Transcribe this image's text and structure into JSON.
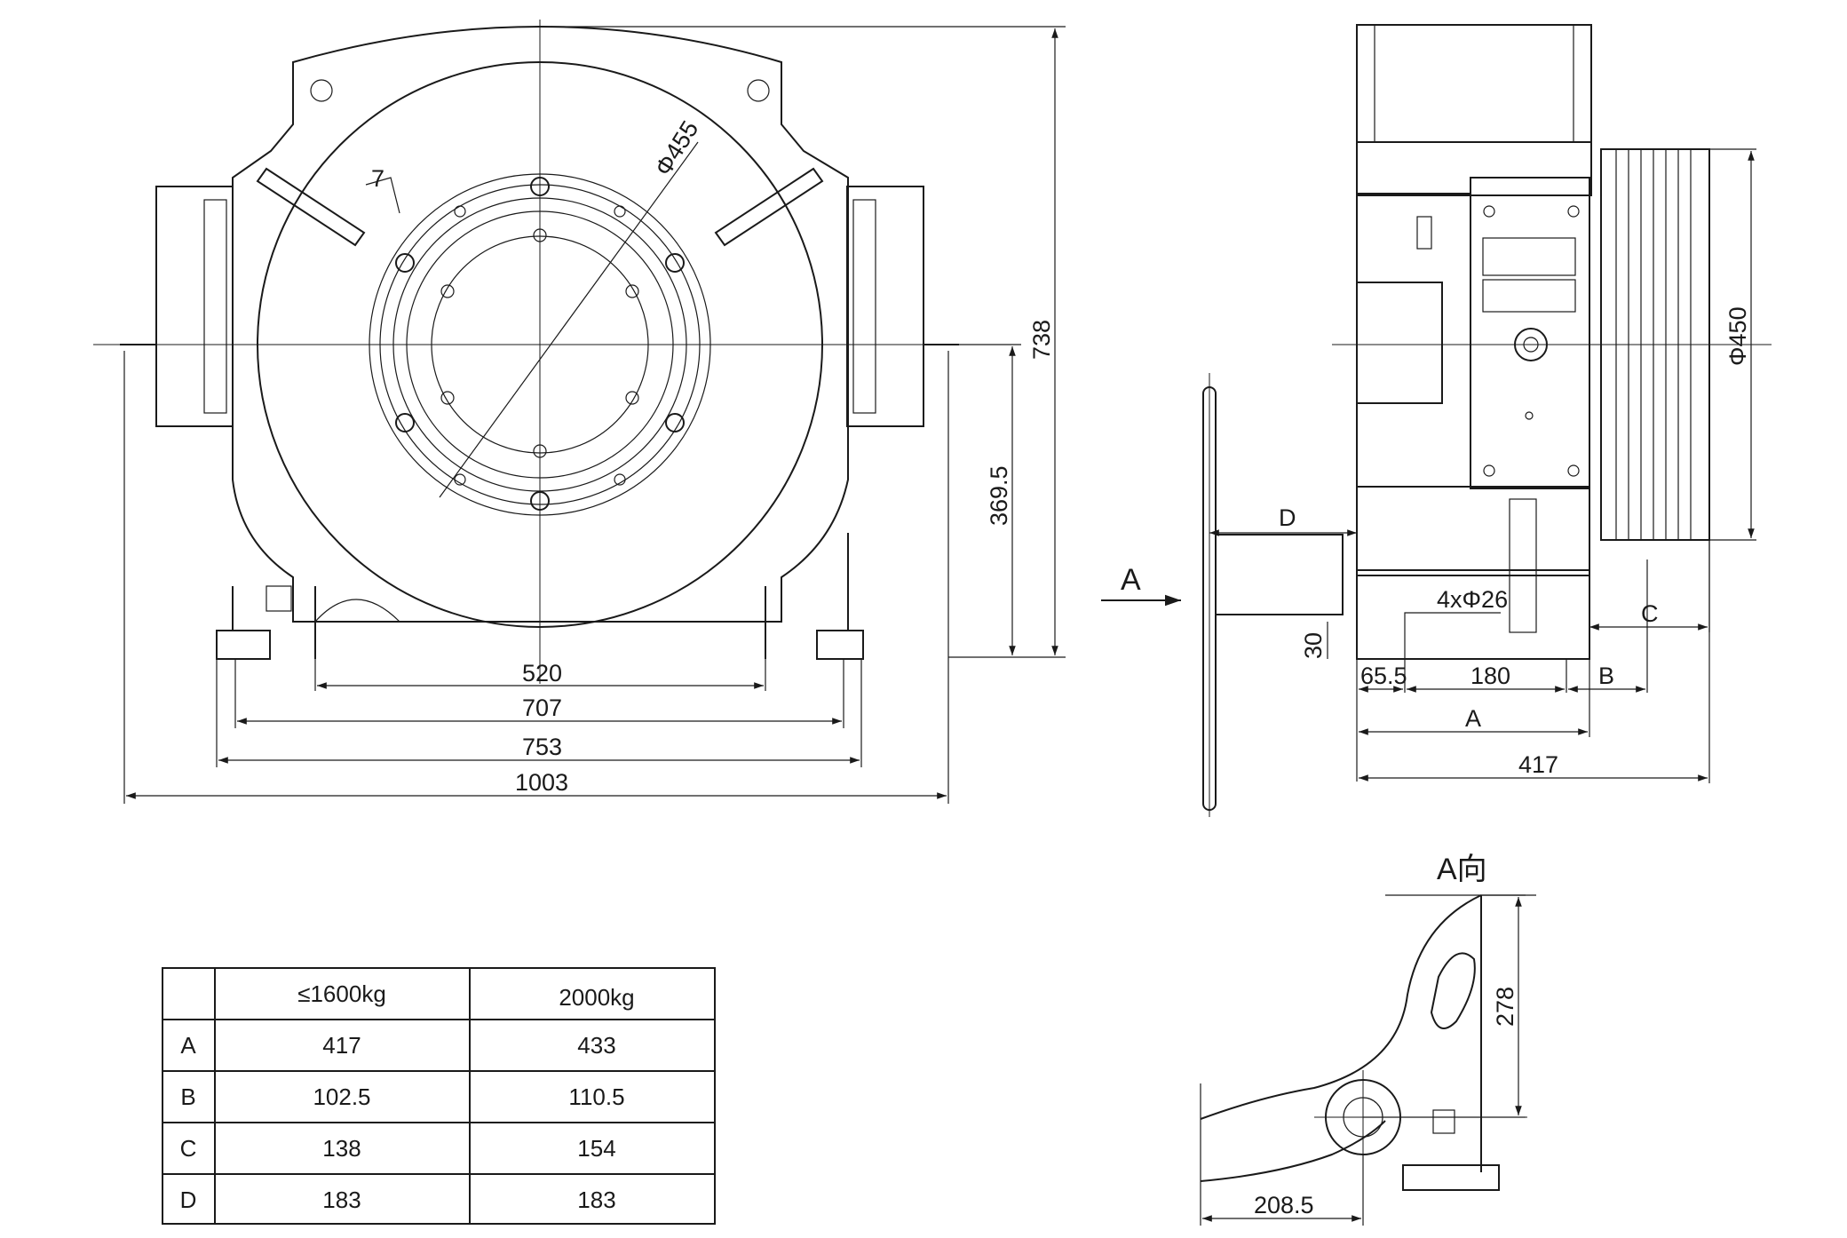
{
  "front_view": {
    "dimensions": {
      "base_bolt_span": "520",
      "base_inner_width": "707",
      "base_outer_width": "753",
      "overall_width": "1003",
      "overall_height": "738",
      "shaft_center_height": "369.5",
      "flange_diameter": "Φ455",
      "angle_mark": "7"
    }
  },
  "side_view": {
    "dimensions": {
      "d_label": "D",
      "holes": "4xΦ26",
      "foot_height": "30",
      "offset": "65.5",
      "hole_span": "180",
      "b_label": "B",
      "c_label": "C",
      "a_label": "A",
      "overall_depth": "417",
      "sheave_diameter": "Φ450"
    },
    "view_arrow_label": "A"
  },
  "detail_view": {
    "title": "A向",
    "dimensions": {
      "height": "278",
      "horizontal": "208.5"
    }
  },
  "table": {
    "headers": [
      "",
      "≤1600kg",
      "2000kg"
    ],
    "rows": [
      {
        "label": "A",
        "v1": "417",
        "v2": "433"
      },
      {
        "label": "B",
        "v1": "102.5",
        "v2": "110.5"
      },
      {
        "label": "C",
        "v1": "138",
        "v2": "154"
      },
      {
        "label": "D",
        "v1": "183",
        "v2": "183"
      }
    ]
  }
}
